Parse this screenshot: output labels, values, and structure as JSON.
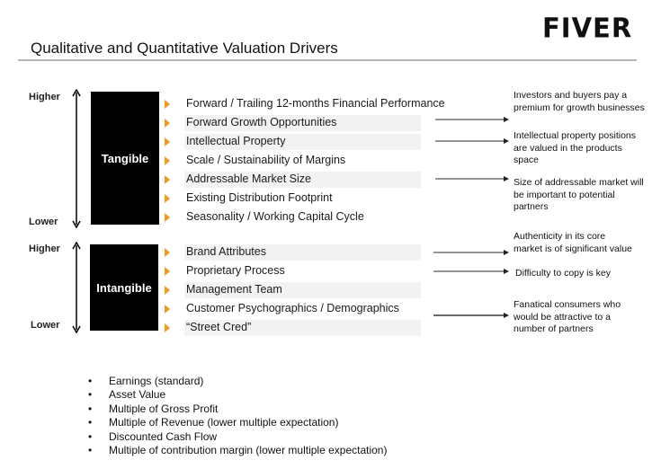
{
  "header": {
    "logo": "FIVER",
    "title": "Qualitative and Quantitative Valuation Drivers"
  },
  "tangible": {
    "label": "Tangible",
    "higher": "Higher",
    "lower": "Lower",
    "items": [
      "Forward / Trailing 12-months Financial Performance",
      "Forward Growth Opportunities",
      "Intellectual Property",
      "Scale / Sustainability of Margins",
      "Addressable Market Size",
      "Existing Distribution Footprint",
      "Seasonality / Working Capital Cycle"
    ]
  },
  "intangible": {
    "label": "Intangible",
    "higher": "Higher",
    "lower": "Lower",
    "items": [
      "Brand Attributes",
      "Proprietary Process",
      "Management Team",
      "Customer Psychographics / Demographics",
      "“Street Cred”"
    ]
  },
  "notes": [
    "Investors and buyers pay a premium for growth businesses",
    "Intellectual property positions are valued in the products space",
    "Size of addressable market will be important to potential partners",
    "Authenticity in its core market is of significant value",
    "Difficulty to copy is key",
    "Fanatical consumers who would be attractive to a number of partners"
  ],
  "methods": [
    "Earnings (standard)",
    "Asset Value",
    "Multiple of Gross Profit",
    "Multiple of Revenue (lower multiple expectation)",
    "Discounted Cash Flow",
    "Multiple of contribution margin (lower multiple expectation)"
  ],
  "colors": {
    "accent": "#f39a1e",
    "band": "#f2f2f2"
  }
}
